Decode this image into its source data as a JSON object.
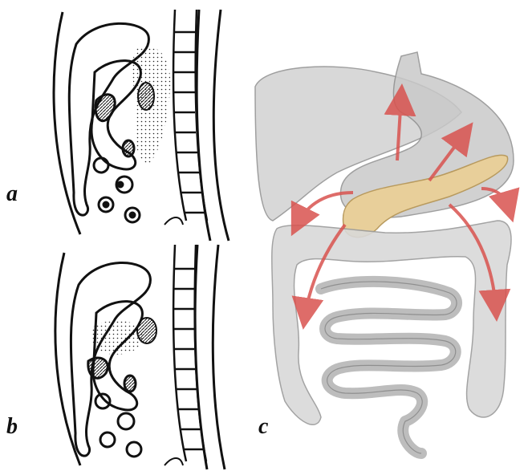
{
  "figure": {
    "labels": {
      "a": "a",
      "b": "b",
      "c": "c"
    },
    "colors": {
      "ink": "#111111",
      "organ_fill": "#d8d8d8",
      "organ_shade": "#bdbdbd",
      "pancreas": "#e8cf9a",
      "arrow": "#d9534f"
    }
  }
}
